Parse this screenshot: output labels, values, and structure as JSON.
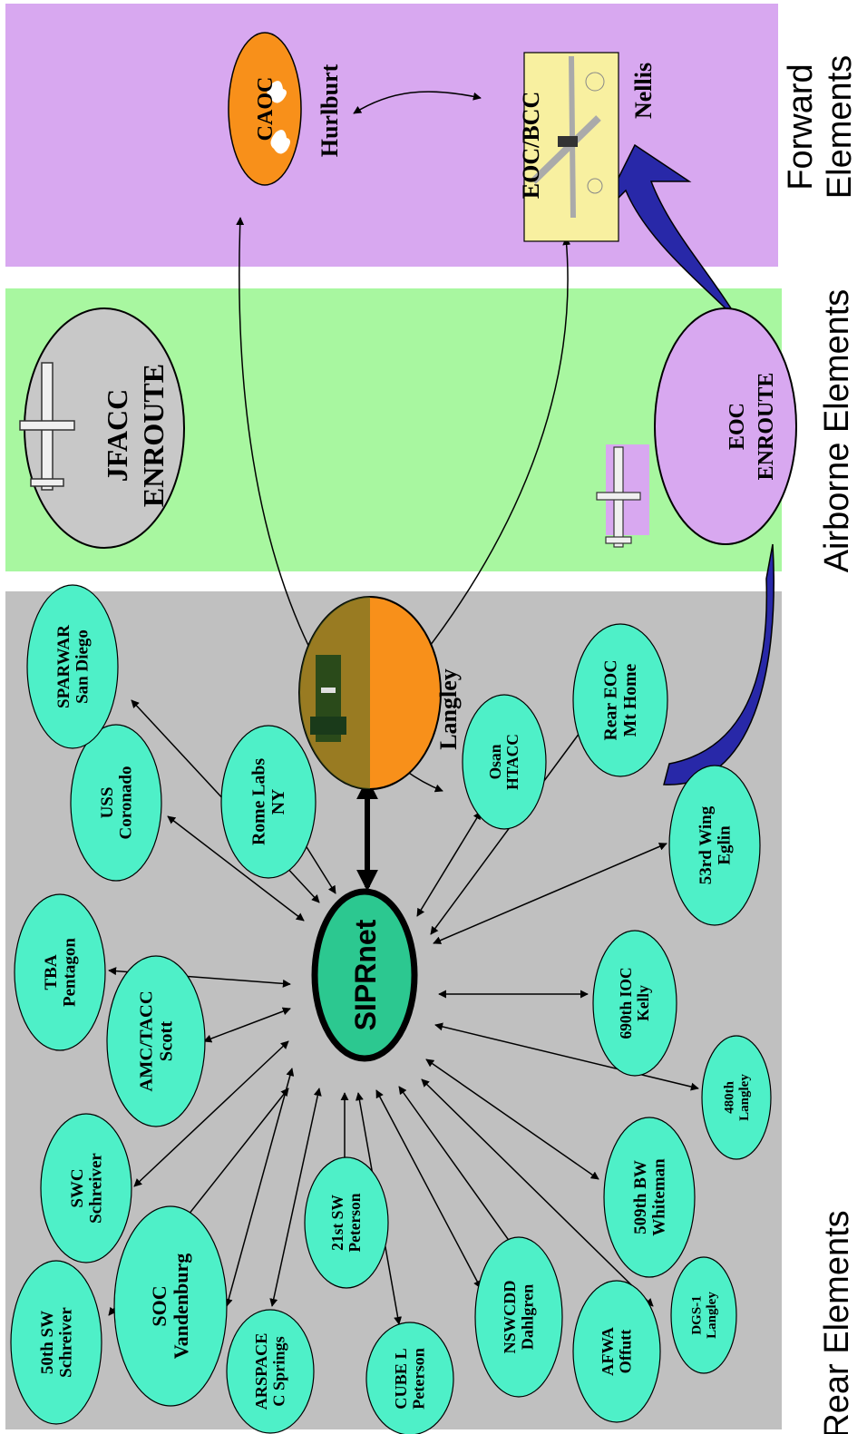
{
  "zone_labels": {
    "rear": "Rear Elements",
    "airborne": "Airborne Elements",
    "forward_line1": "Forward",
    "forward_line2": "Elements"
  },
  "colors": {
    "rear_panel": "#c0c0c0",
    "airborne_panel": "#a8f7a0",
    "forward_panel": "#d8a8f0",
    "node_fill": "#4ef0c8",
    "hub_fill": "#2cc890",
    "orange": "#f8901a",
    "jfacc_fill": "#c8c8c8",
    "eoc_fill": "#d8a8f0",
    "eoc_bcc_box": "#f8f0a0",
    "blue_arrow": "#2828a8"
  },
  "hub": {
    "label": "SIPRnet"
  },
  "nodes": {
    "n50thsw": {
      "line1": "50th SW",
      "line2": "Schreiver"
    },
    "soc": {
      "line1": "SOC",
      "line2": "Vandenburg"
    },
    "arspace": {
      "line1": "ARSPACE",
      "line2": "C Springs"
    },
    "cubel": {
      "line1": "CUBE L",
      "line2": "Peterson"
    },
    "nswcdd": {
      "line1": "NSWCDD",
      "line2": "Dahlgren"
    },
    "afwa": {
      "line1": "AFWA",
      "line2": "Offutt"
    },
    "dgs1": {
      "line1": "DGS-1",
      "line2": "Langley"
    },
    "swc": {
      "line1": "SWC",
      "line2": "Schreiver"
    },
    "n21stsw": {
      "line1": "21st SW",
      "line2": "Peterson"
    },
    "n509thbw": {
      "line1": "509th BW",
      "line2": "Whiteman"
    },
    "n480th": {
      "line1": "480th",
      "line2": "Langley"
    },
    "amctacc": {
      "line1": "AMC/TACC",
      "line2": "Scott"
    },
    "n690thioc": {
      "line1": "690th IOC",
      "line2": "Kelly"
    },
    "tba": {
      "line1": "TBA",
      "line2": "Pentagon"
    },
    "n53rdwing": {
      "line1": "53rd Wing",
      "line2": "Eglin"
    },
    "usscoronado": {
      "line1": "USS",
      "line2": "Coronado"
    },
    "romelabs": {
      "line1": "Rome Labs",
      "line2": "NY"
    },
    "osanhtacc": {
      "line1": "Osan",
      "line2": "HTACC"
    },
    "reareoc": {
      "line1": "Rear EOC",
      "line2": "Mt Home"
    },
    "sparwar": {
      "line1": "SPARWAR",
      "line2": "San Diego"
    }
  },
  "langley_center": {
    "label": "Langley"
  },
  "jfacc": {
    "line1": "JFACC",
    "line2": "ENROUTE"
  },
  "eoc_enroute": {
    "line1": "EOC",
    "line2": "ENROUTE"
  },
  "caoc": {
    "label": "CAOC",
    "site": "Hurlburt"
  },
  "eoc_bcc": {
    "label": "EOC/BCC",
    "site": "Nellis"
  }
}
